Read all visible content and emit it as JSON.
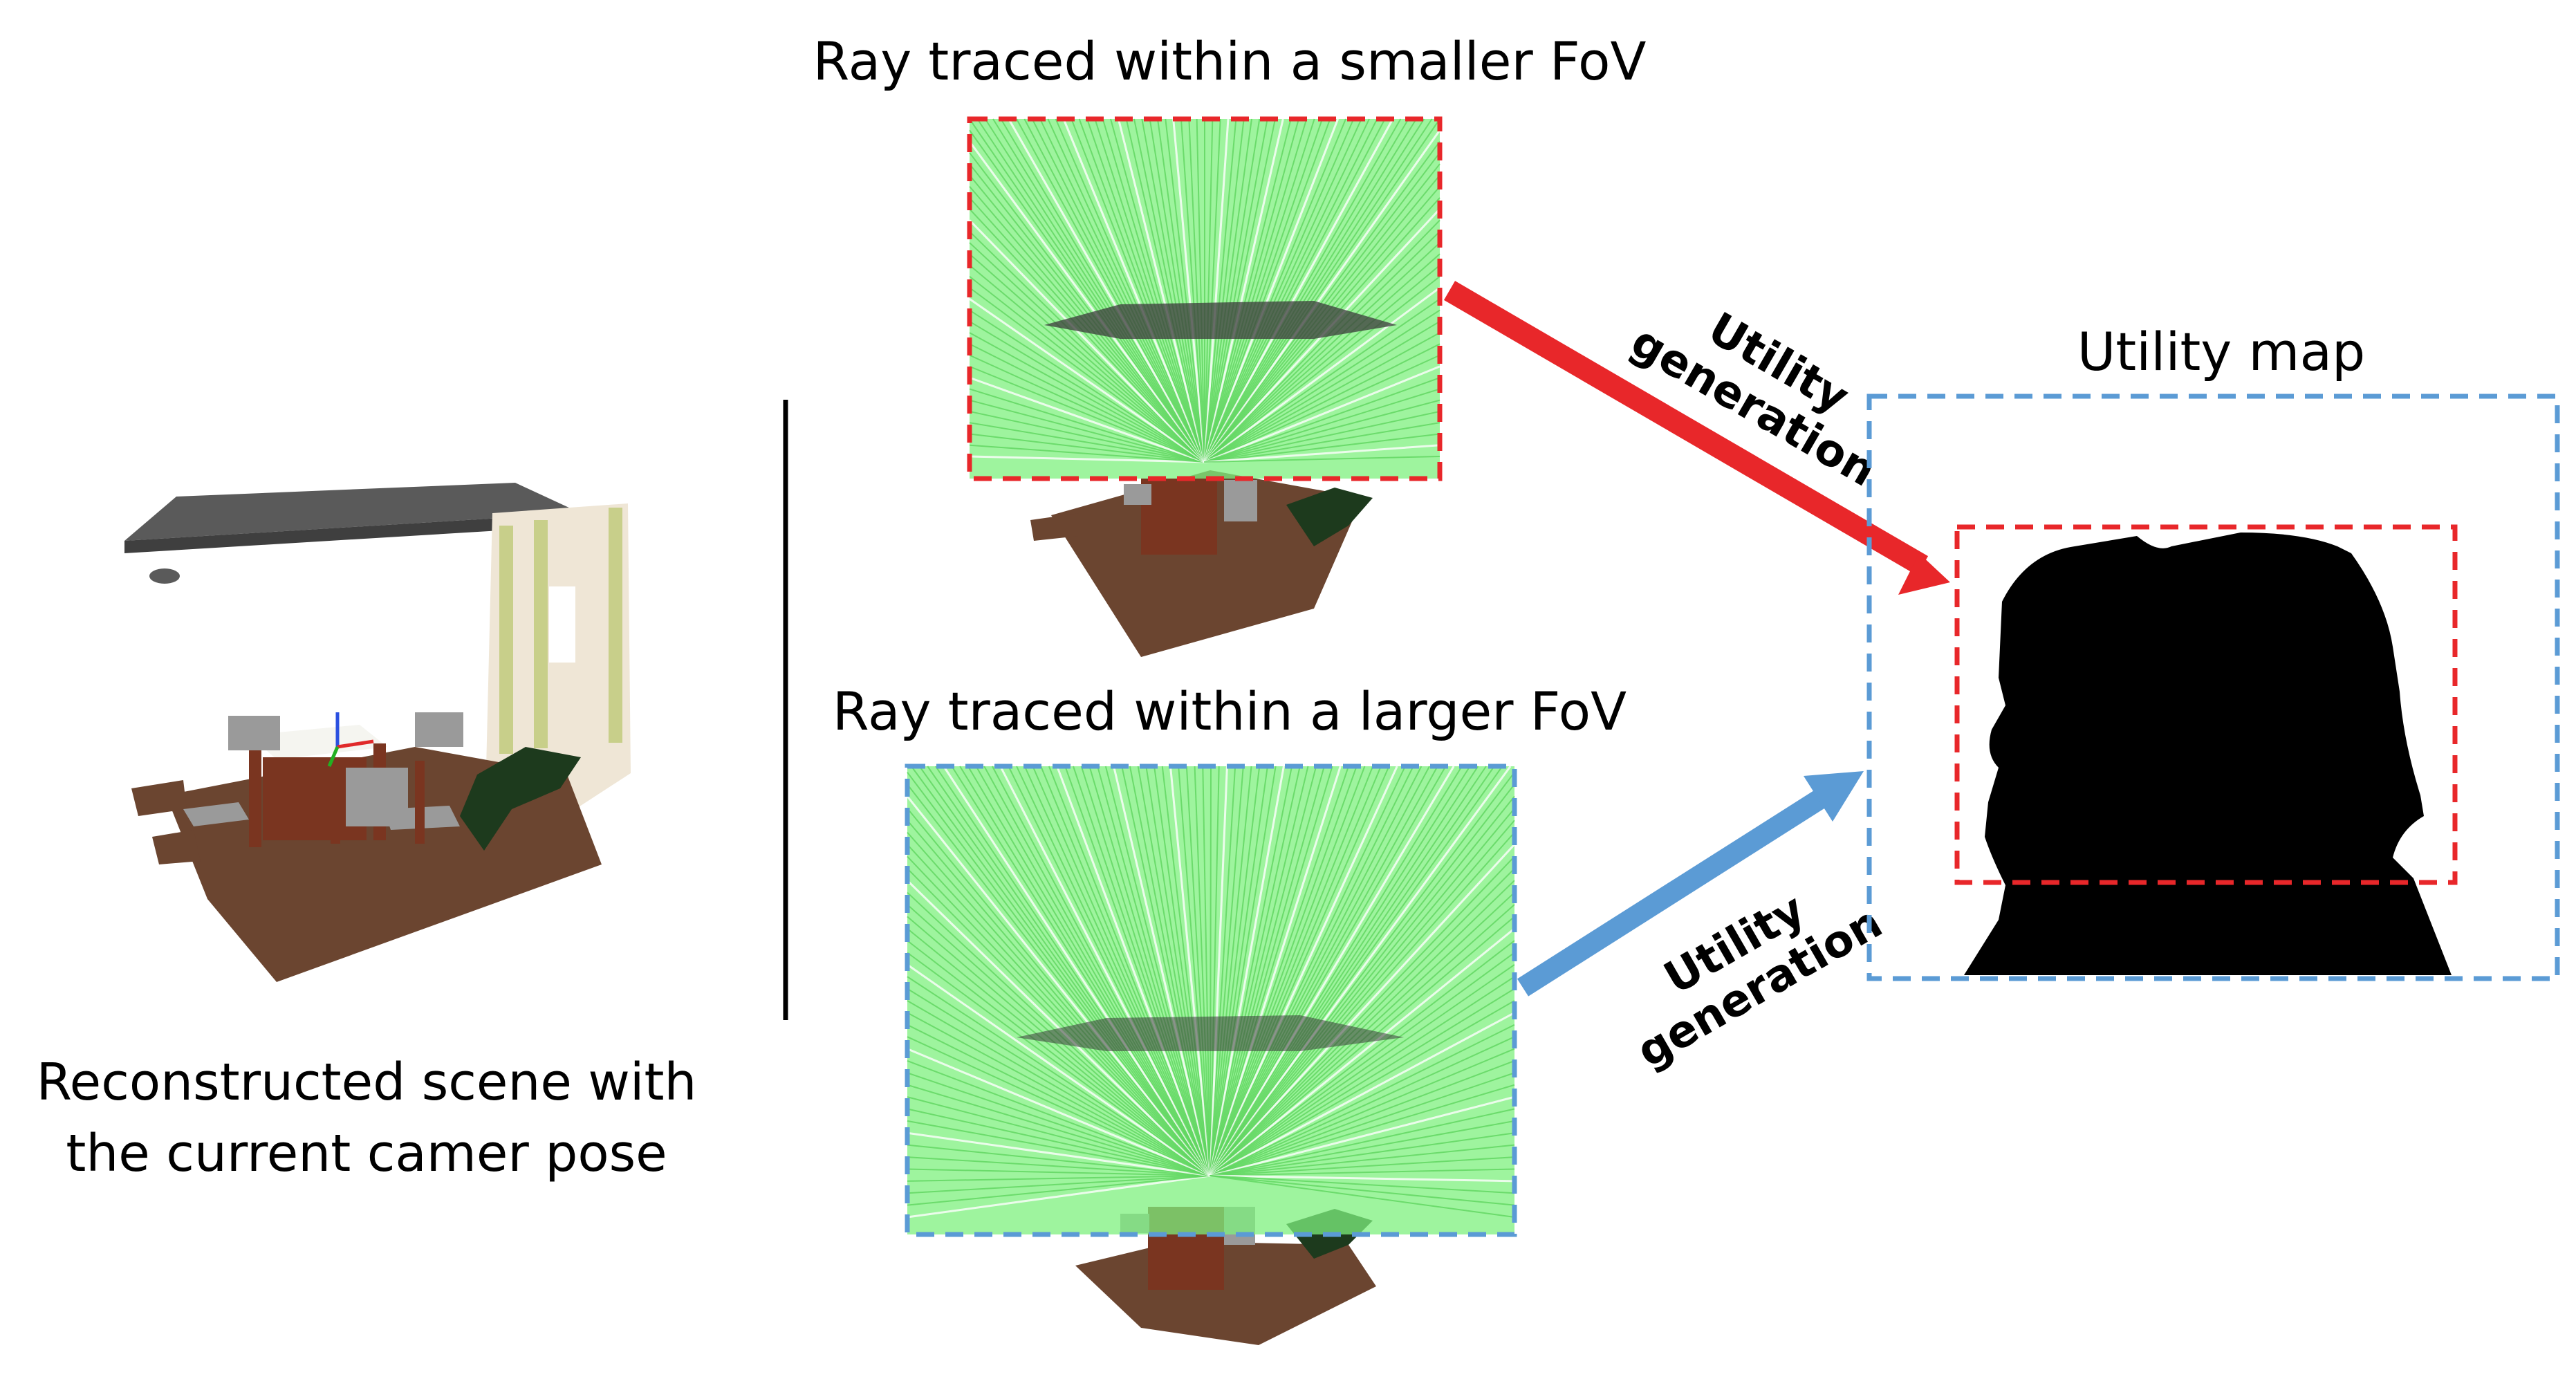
{
  "labels": {
    "reconstructed_line1": "Reconstructed scene with",
    "reconstructed_line2": "the current camer pose",
    "small_fov_title": "Ray traced within a smaller FoV",
    "large_fov_title": "Ray traced within a larger FoV",
    "utility_map_title": "Utility map",
    "utility_gen_top_1": "Utility",
    "utility_gen_top_2": "generation",
    "utility_gen_bottom_1": "Utility",
    "utility_gen_bottom_2": "generation"
  },
  "colors": {
    "small_fov": "#e8272a",
    "large_fov": "#5b9bd5",
    "rays": "#7ef07e",
    "floor": "#6b4530",
    "ceiling": "#5a5a5a",
    "wall": "#efe6d6",
    "furniture": "#7a3520",
    "chair": "#9a9a9a",
    "plant": "#1d3a1d",
    "utility_fill": "#000000",
    "divider": "#000000",
    "text": "#000000"
  },
  "icons": {
    "camera_pose": "axis-triad-icon",
    "arrow_small_fov": "arrow-right-down-icon",
    "arrow_large_fov": "arrow-right-up-icon"
  }
}
